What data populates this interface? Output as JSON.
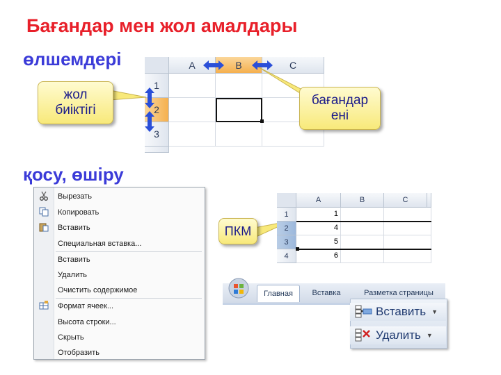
{
  "title": "Бағандар мен жол амалдары",
  "section1": "өлшемдері",
  "section2": "қосу, өшіру",
  "grid1": {
    "cols": [
      "A",
      "B",
      "C"
    ],
    "rows": [
      "1",
      "2",
      "3"
    ]
  },
  "callouts": {
    "row_height": [
      "жол",
      "биіктігі"
    ],
    "col_width": [
      "бағандар",
      "ені"
    ],
    "rclick": "ПКМ"
  },
  "menu": {
    "items": [
      "Вырезать",
      "Копировать",
      "Вставить",
      "Специальная вставка...",
      "Вставить",
      "Удалить",
      "Очистить содержимое",
      "Формат ячеек...",
      "Высота строки...",
      "Скрыть",
      "Отобразить"
    ]
  },
  "grid2": {
    "cols": [
      "A",
      "B",
      "C"
    ],
    "rows": [
      "1",
      "2",
      "3",
      "4"
    ],
    "values": [
      "1",
      "4",
      "5",
      "6"
    ]
  },
  "ribbon": {
    "tabs": [
      "Главная",
      "Вставка",
      "Разметка страницы"
    ],
    "insert": "Вставить",
    "delete": "Удалить"
  },
  "colors": {
    "title": "#e8202a",
    "heading": "#3b3bd8",
    "arrow": "#2b4fd8"
  }
}
